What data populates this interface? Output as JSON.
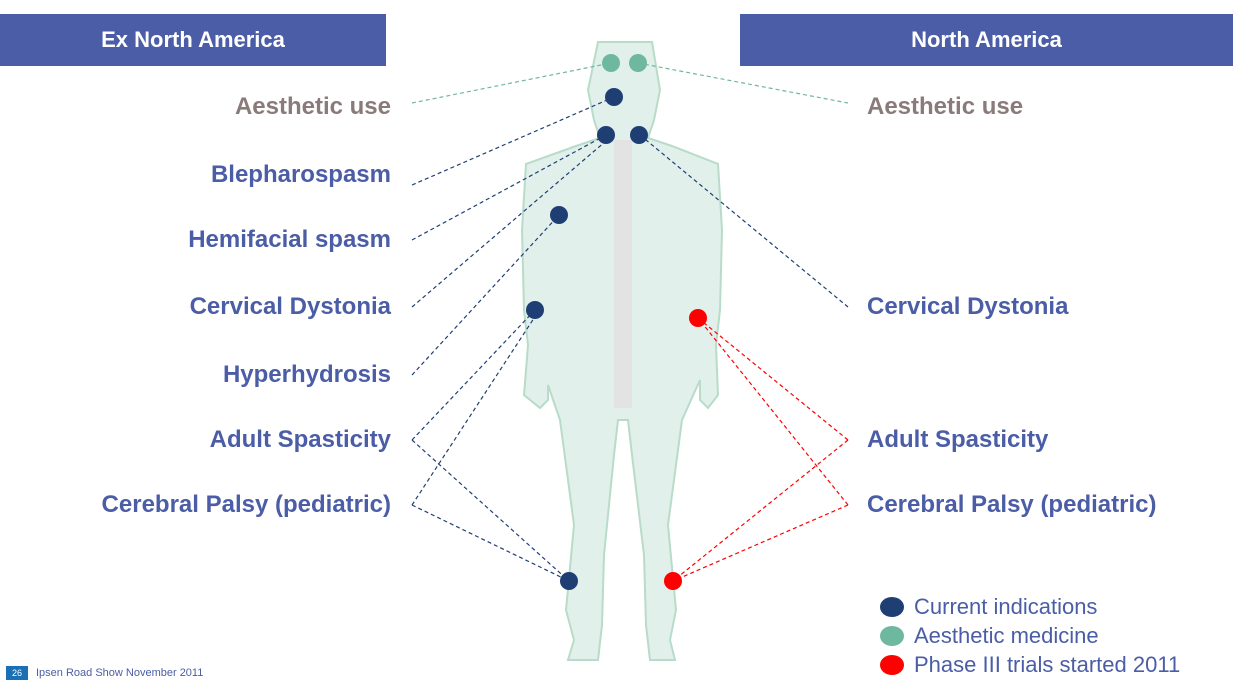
{
  "headers": {
    "left": "Ex North America",
    "right": "North America"
  },
  "labels_left": [
    {
      "text": "Aesthetic use",
      "kind": "aesthetic"
    },
    {
      "text": "Blepharospasm",
      "kind": "indication"
    },
    {
      "text": "Hemifacial spasm",
      "kind": "indication"
    },
    {
      "text": "Cervical Dystonia",
      "kind": "indication"
    },
    {
      "text": "Hyperhydrosis",
      "kind": "indication"
    },
    {
      "text": "Adult Spasticity",
      "kind": "indication"
    },
    {
      "text": "Cerebral Palsy (pediatric)",
      "kind": "indication"
    }
  ],
  "labels_right": [
    {
      "text": "Aesthetic use",
      "kind": "aesthetic"
    },
    {
      "text": "Cervical Dystonia",
      "kind": "indication"
    },
    {
      "text": "Adult Spasticity",
      "kind": "indication"
    },
    {
      "text": "Cerebral Palsy (pediatric)",
      "kind": "indication"
    }
  ],
  "legend": [
    {
      "label": "Current indications",
      "color": "#1f3f74"
    },
    {
      "label": "Aesthetic medicine",
      "color": "#6fb8a0"
    },
    {
      "label": "Phase III trials started 2011",
      "color": "#ff0000"
    }
  ],
  "footer": {
    "page_number": "26",
    "text": "Ipsen Road Show November 2011"
  },
  "colors": {
    "header_bg": "#4a5da6",
    "label_text": "#4a5da6",
    "aesthetic_text": "#8a7a7a",
    "body_fill": "#e1f0ea",
    "body_stroke": "#b8dcc9",
    "spine": "#e3e3e3",
    "current": "#1f3f74",
    "aesthetic": "#6fb8a0",
    "phase3": "#ff0000"
  }
}
